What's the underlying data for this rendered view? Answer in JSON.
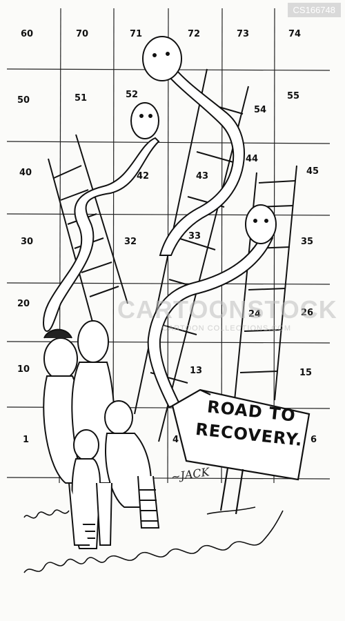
{
  "cartoon": {
    "id_badge": "CS166748",
    "watermark": "CARTOONSTOCK",
    "watermark_sub": "CARTOON COLLECTIONS.COM",
    "signature": "~JACK",
    "sign": {
      "line1": "ROAD TO",
      "line2": "RECOVERY."
    },
    "board_numbers": {
      "row60": [
        "60",
        "70",
        "71",
        "72",
        "73",
        "74"
      ],
      "row50": [
        "50",
        "51",
        "52",
        "54",
        "55"
      ],
      "row40": [
        "40",
        "42",
        "43",
        "44",
        "45"
      ],
      "row30": [
        "30",
        "32",
        "33",
        "35"
      ],
      "row20": [
        "20",
        "24",
        "26"
      ],
      "row10": [
        "10",
        "13",
        "15"
      ],
      "row1": [
        "1",
        "4",
        "6"
      ]
    }
  }
}
